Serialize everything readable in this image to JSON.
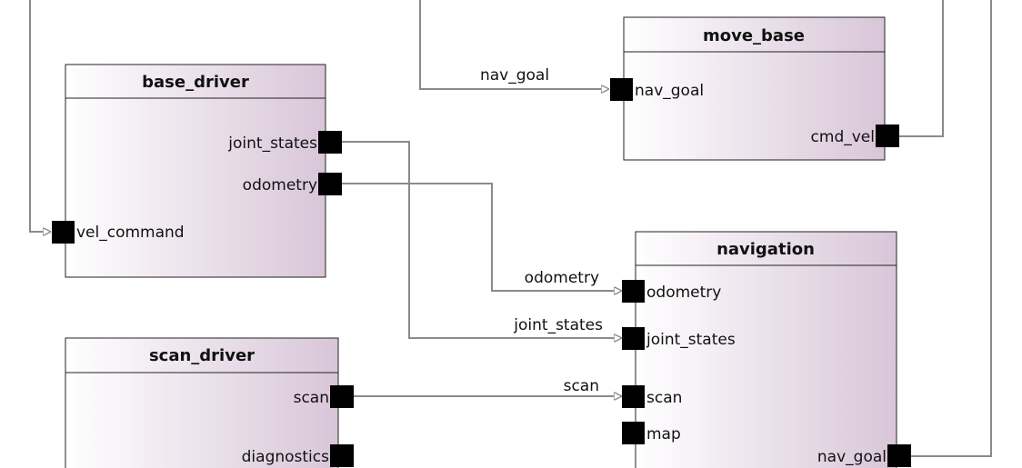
{
  "colors": {
    "node_border": "#222222",
    "node_gradient_start": "#ffffff",
    "node_gradient_end": "#d8c6d8",
    "edge": "#8a8a8a",
    "port": "#000000"
  },
  "nodes": {
    "base_driver": {
      "title": "base_driver",
      "ports": {
        "joint_states": "joint_states",
        "odometry": "odometry",
        "vel_command": "vel_command"
      }
    },
    "move_base": {
      "title": "move_base",
      "ports": {
        "nav_goal": "nav_goal",
        "cmd_vel": "cmd_vel"
      }
    },
    "navigation": {
      "title": "navigation",
      "ports": {
        "odometry": "odometry",
        "joint_states": "joint_states",
        "scan": "scan",
        "map": "map",
        "nav_goal": "nav_goal"
      }
    },
    "scan_driver": {
      "title": "scan_driver",
      "ports": {
        "scan": "scan",
        "diagnostics": "diagnostics"
      }
    }
  },
  "edges": {
    "nav_goal": "nav_goal",
    "odometry": "odometry",
    "joint_states": "joint_states",
    "scan": "scan"
  }
}
